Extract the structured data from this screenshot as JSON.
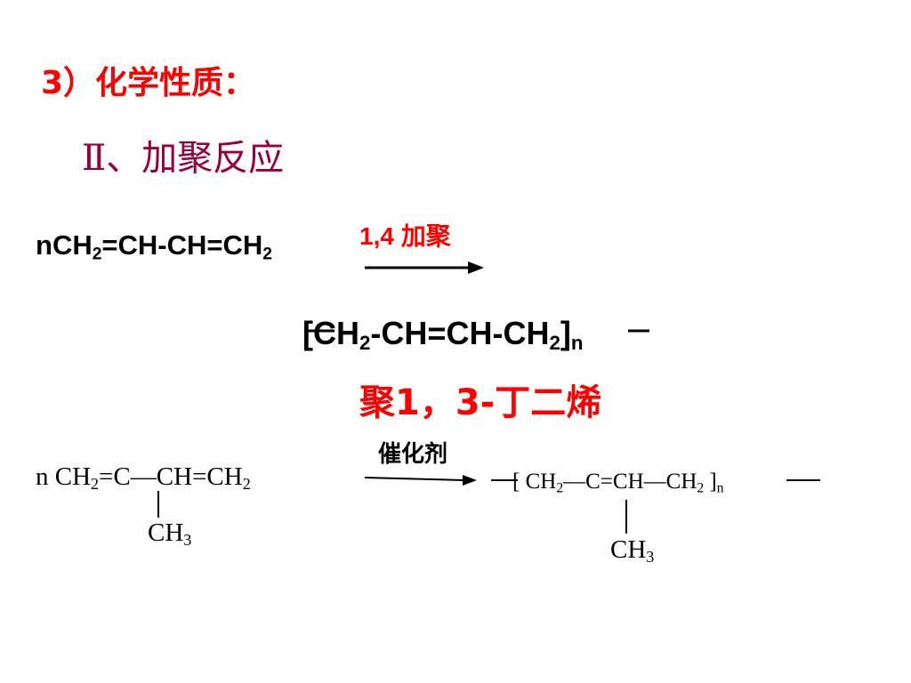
{
  "slide": {
    "heading": "3）化学性质：",
    "subheading": "Ⅱ、加聚反应"
  },
  "reaction1": {
    "reactant": "nCH2=CH-CH=CH2",
    "condition": "1,4 加聚",
    "product": "[CH2-CH=CH-CH2]n",
    "product_name": "聚1，3-丁二烯"
  },
  "reaction2": {
    "reactant": "n CH2=C—CH=CH2",
    "reactant_methyl": "CH3",
    "condition": "催化剂",
    "product": "[ CH2—C=CH—CH2 ]n",
    "product_methyl": "CH3"
  },
  "colors": {
    "heading": "#ff0000",
    "subheading": "#99003a",
    "condition": "#ff0000",
    "product_name": "#ff0000",
    "formula": "#000000"
  }
}
